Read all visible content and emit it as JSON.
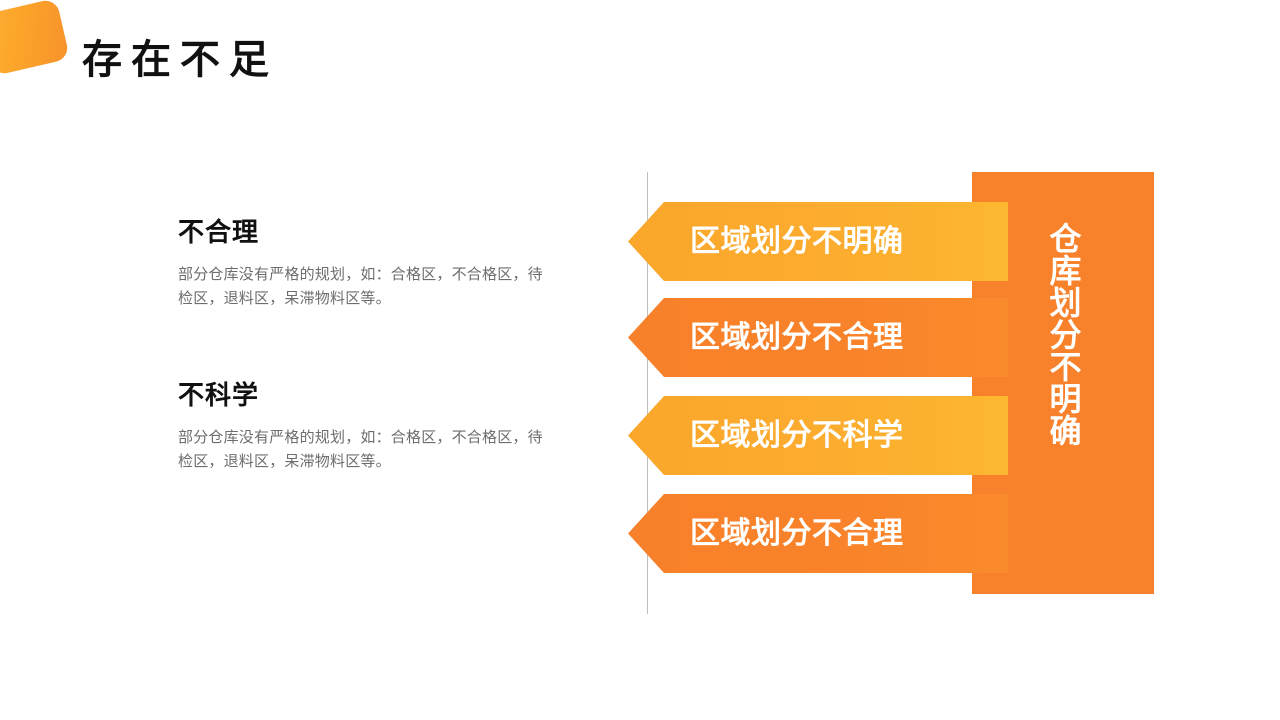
{
  "header": {
    "title": "存在不足",
    "badge_icon": "orange-rounded-tile"
  },
  "left_column": {
    "blocks": [
      {
        "heading": "不合理",
        "body": "部分仓库没有严格的规划，如：合格区，不合格区，待检区，退料区，呆滞物料区等。"
      },
      {
        "heading": "不科学",
        "body": "部分仓库没有严格的规划，如：合格区，不合格区，待检区，退料区，呆滞物料区等。"
      }
    ]
  },
  "diagram": {
    "banners": [
      {
        "label": "区域划分不明确",
        "tone": "light"
      },
      {
        "label": "区域划分不合理",
        "tone": "dark"
      },
      {
        "label": "区域划分不科学",
        "tone": "light"
      },
      {
        "label": "区域划分不合理",
        "tone": "dark"
      }
    ],
    "panel": {
      "label": "仓库划分不明确"
    }
  },
  "colors": {
    "accent_light": "#FCA62A",
    "accent_dark": "#F8812B",
    "title_text": "#111111",
    "body_text": "#6D6D6D",
    "axis_line": "#BFBFBF",
    "background": "#FFFFFF"
  }
}
